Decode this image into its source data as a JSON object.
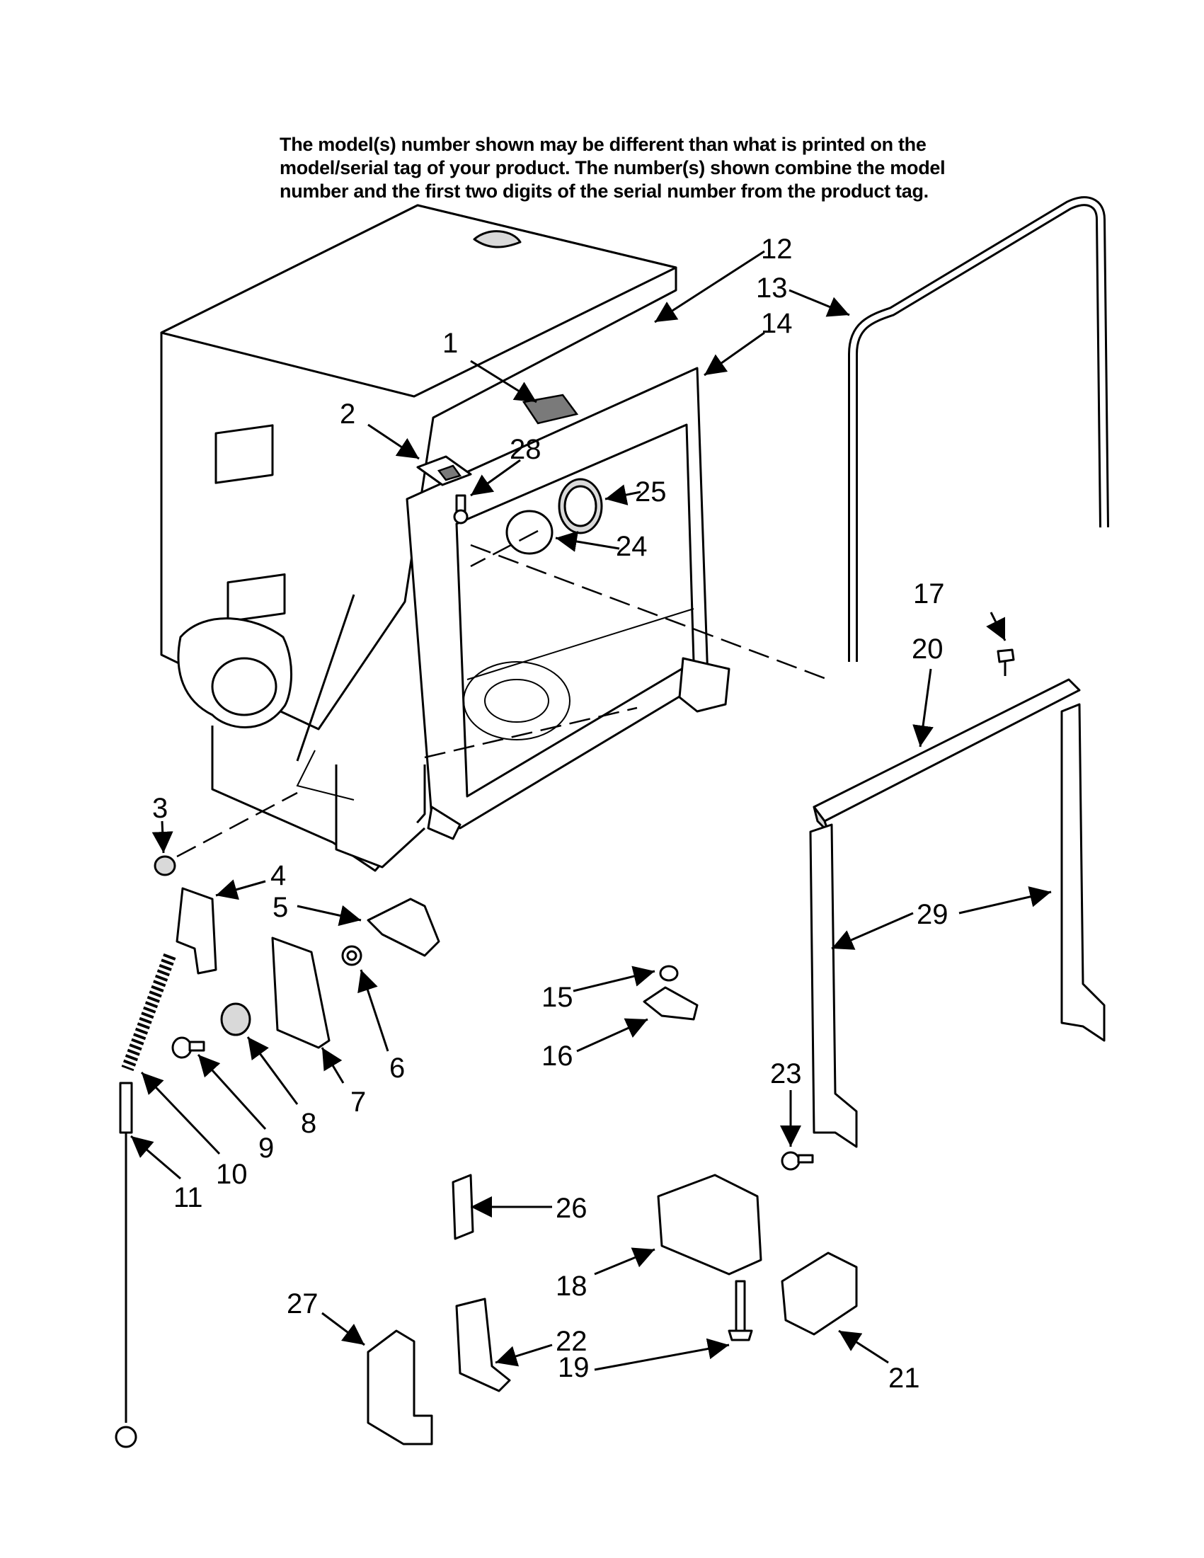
{
  "note": {
    "text": "The model(s) number shown may be different than what is printed on the\nmodel/serial tag of your product. The number(s) shown combine the model\nnumber and the first two digits of the serial number from the product tag."
  },
  "callouts": {
    "c1": "1",
    "c2": "2",
    "c3": "3",
    "c4": "4",
    "c5": "5",
    "c6": "6",
    "c7": "7",
    "c8": "8",
    "c9": "9",
    "c10": "10",
    "c11": "11",
    "c12": "12",
    "c13": "13",
    "c14": "14",
    "c15": "15",
    "c16": "16",
    "c17": "17",
    "c18": "18",
    "c19": "19",
    "c20": "20",
    "c21": "21",
    "c22": "22",
    "c23": "23",
    "c24": "24",
    "c25": "25",
    "c26": "26",
    "c27": "27",
    "c28": "28",
    "c29": "29"
  }
}
